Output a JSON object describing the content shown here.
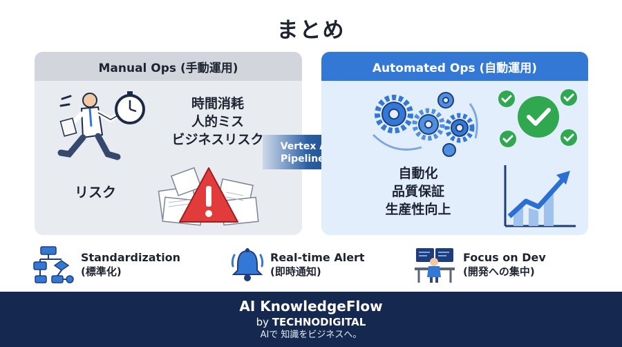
{
  "title": "まとめ",
  "manual": {
    "header": "Manual Ops (手動運用)",
    "items": [
      "時間消耗",
      "人的ミス",
      "ビジネスリスク"
    ],
    "risk_label": "リスク"
  },
  "arrow": {
    "line1": "Vertex AI",
    "line2": "Pipelines"
  },
  "automated": {
    "header": "Automated Ops (自動運用)",
    "items": [
      "自動化",
      "品質保証",
      "生産性向上"
    ]
  },
  "features": [
    {
      "name": "Standardization",
      "sub": "(標準化)",
      "icon": "flowchart-icon"
    },
    {
      "name": "Real-time Alert",
      "sub": "(即時通知)",
      "icon": "bell-icon"
    },
    {
      "name": "Focus on Dev",
      "sub": "(開発への集中)",
      "icon": "developer-icon"
    }
  ],
  "footer": {
    "brand": "AI KnowledgeFlow",
    "by": "by",
    "company": "TECHNODIGITAL",
    "tagline": "AIで 知識をビジネスへ。"
  },
  "colors": {
    "accent_blue": "#3478d6",
    "navy": "#15284f",
    "warning_red": "#e23b3b",
    "success_green": "#2fa84f"
  }
}
